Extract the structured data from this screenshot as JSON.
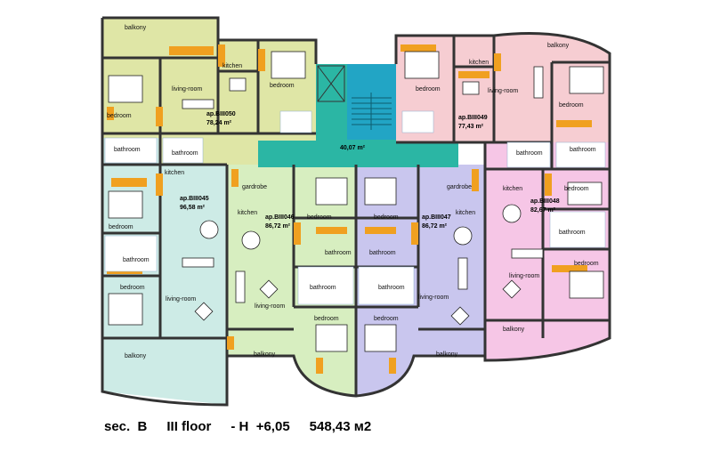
{
  "caption": {
    "section": "sec.  B",
    "floor": "III floor",
    "height": "- H  +6,05",
    "total_area": "548,43 м2"
  },
  "corridor": {
    "area": "40,07 m²"
  },
  "apartments": [
    {
      "id": "ap.BIII050",
      "area": "78,24 m²"
    },
    {
      "id": "ap.BIII049",
      "area": "77,43 m²"
    },
    {
      "id": "ap.BIII045",
      "area": "96,58 m²"
    },
    {
      "id": "ap.BIII046",
      "area": "86,72 m²"
    },
    {
      "id": "ap.BIII047",
      "area": "86,72 m²"
    },
    {
      "id": "ap.BIII048",
      "area": "82,67 m²"
    }
  ],
  "rooms": {
    "balkony": "balkony",
    "kitchen": "kitchen",
    "living_room": "living-room",
    "bedroom": "bedroom",
    "bathroom": "bathroom",
    "gardrobe": "gardrobe"
  },
  "colors": {
    "apt050": "#dfe6a6",
    "apt049": "#f6cdd2",
    "apt045": "#cdebe6",
    "apt046": "#d7eec0",
    "apt047": "#c9c6ee",
    "apt048": "#f6c6e6",
    "corridor": "#2bb6a4",
    "stair": "#22a5c5",
    "wall": "#333333",
    "door": "#f0a020"
  }
}
